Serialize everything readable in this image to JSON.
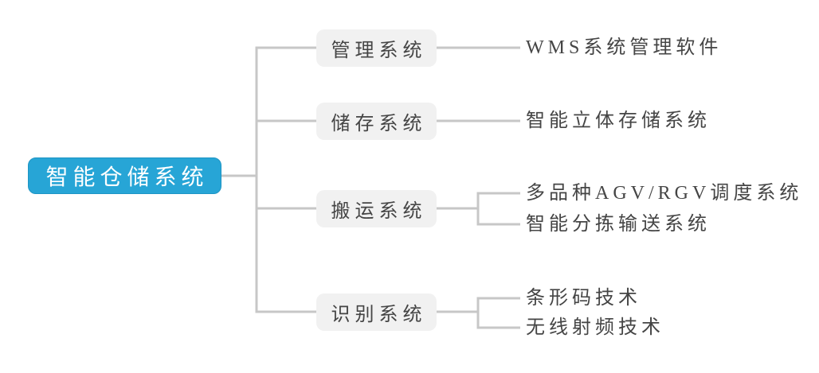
{
  "diagram": {
    "root": {
      "label": "智能仓储系统"
    },
    "branches": [
      {
        "label": "管理系统",
        "children": [
          {
            "label": "WMS系统管理软件"
          }
        ]
      },
      {
        "label": "储存系统",
        "children": [
          {
            "label": "智能立体存储系统"
          }
        ]
      },
      {
        "label": "搬运系统",
        "children": [
          {
            "label": "多品种AGV/RGV调度系统"
          },
          {
            "label": "智能分拣输送系统"
          }
        ]
      },
      {
        "label": "识别系统",
        "children": [
          {
            "label": "条形码技术"
          },
          {
            "label": "无线射频技术"
          }
        ]
      }
    ],
    "colors": {
      "root_fill": "#27a5d6",
      "root_text": "#ffffff",
      "branch_fill": "#f1f1f1",
      "text": "#454545",
      "connector": "#c7c7c7",
      "background": "#ffffff"
    }
  }
}
